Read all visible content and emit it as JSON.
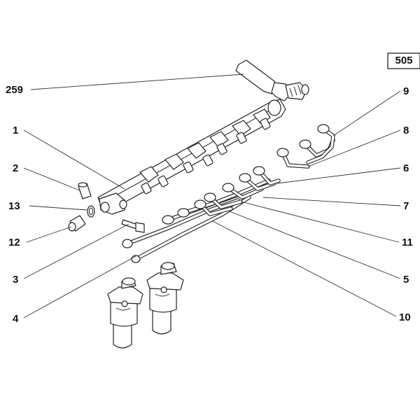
{
  "page_tag": "505",
  "callouts": [
    {
      "id": "259",
      "label": "259"
    },
    {
      "id": "1",
      "label": "1"
    },
    {
      "id": "2",
      "label": "2"
    },
    {
      "id": "13",
      "label": "13"
    },
    {
      "id": "12",
      "label": "12"
    },
    {
      "id": "3",
      "label": "3"
    },
    {
      "id": "4",
      "label": "4"
    },
    {
      "id": "9",
      "label": "9"
    },
    {
      "id": "8",
      "label": "8"
    },
    {
      "id": "6",
      "label": "6"
    },
    {
      "id": "7",
      "label": "7"
    },
    {
      "id": "11",
      "label": "11"
    },
    {
      "id": "5",
      "label": "5"
    },
    {
      "id": "10",
      "label": "10"
    }
  ]
}
